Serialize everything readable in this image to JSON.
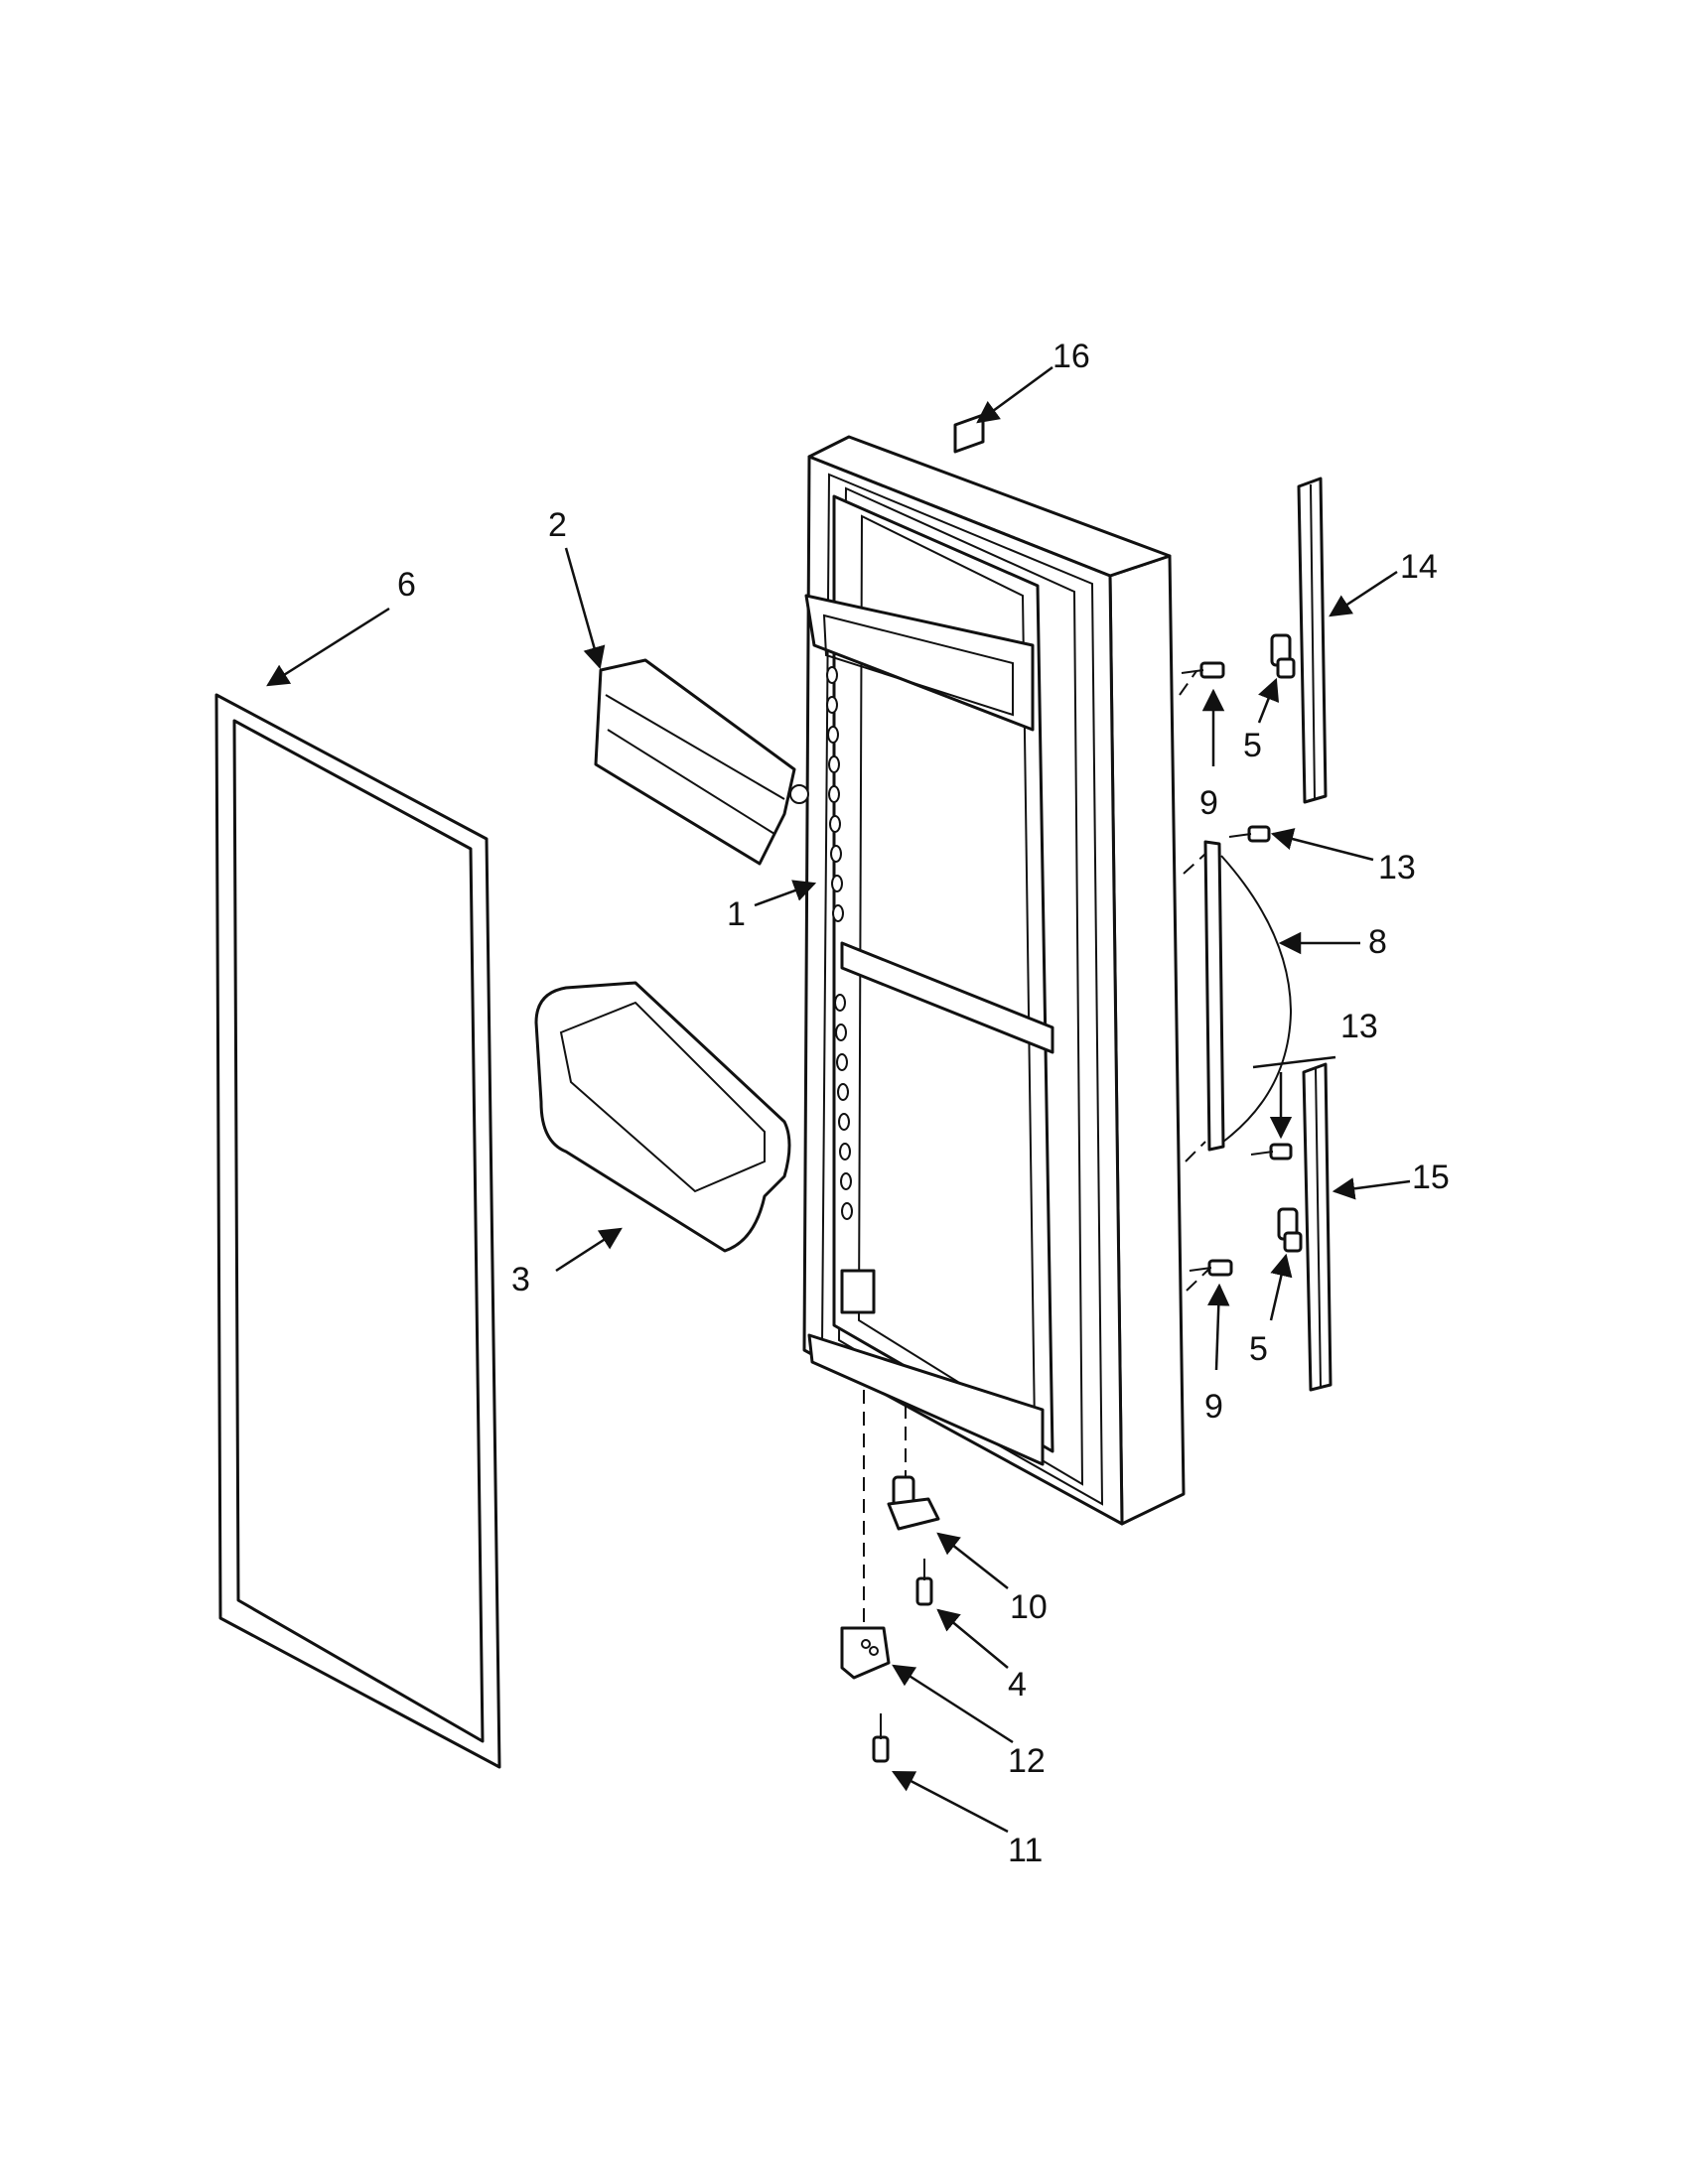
{
  "callouts": {
    "c1": "1",
    "c2": "2",
    "c3": "3",
    "c4": "4",
    "c5a": "5",
    "c5b": "5",
    "c6": "6",
    "c8": "8",
    "c9a": "9",
    "c9b": "9",
    "c10": "10",
    "c11": "11",
    "c12": "12",
    "c13a": "13",
    "c13b": "13",
    "c14": "14",
    "c15": "15",
    "c16": "16"
  },
  "colors": {
    "line": "#111111",
    "background": "#ffffff"
  }
}
